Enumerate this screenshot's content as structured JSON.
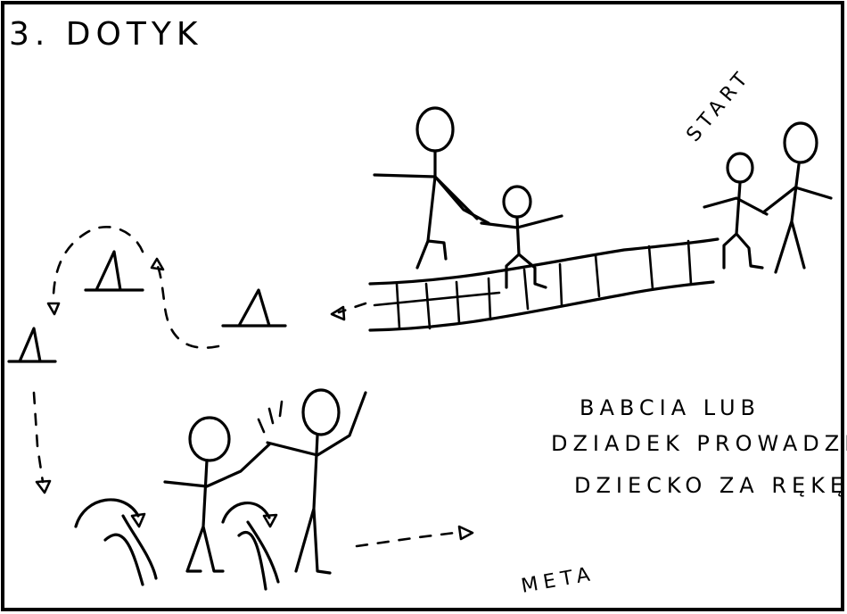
{
  "title": "3. DOTYK",
  "labels": {
    "start": "START",
    "finish": "META",
    "instructions": [
      "BABCIA LUB",
      "DZIADEK PROWADZI",
      "DZIECKO ZA RĘKĘ"
    ]
  },
  "colors": {
    "ink": "#000000",
    "paper": "#ffffff"
  }
}
